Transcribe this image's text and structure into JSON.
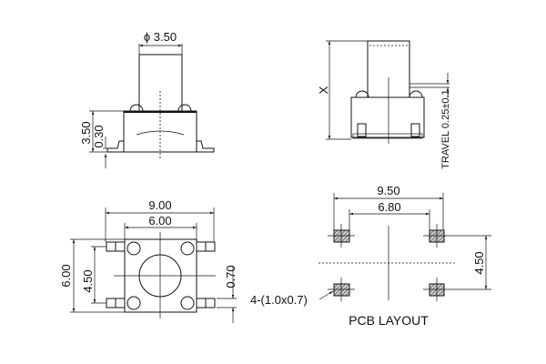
{
  "front_view": {
    "stem_diameter": "ϕ 3.50",
    "height": "3.50",
    "lead_offset": "0.30"
  },
  "side_view": {
    "height_label": "X",
    "travel": "TRAVEL 0.25±0.1"
  },
  "top_view": {
    "overall_width": "9.00",
    "body_width": "6.00",
    "body_height": "6.00",
    "pin_pitch": "4.50",
    "lead_width": "0.70"
  },
  "pcb_layout": {
    "outer_width": "9.50",
    "inner_width": "6.80",
    "pad_pitch": "4.50",
    "pad_note": "4-(1.0x0.7)",
    "title": "PCB LAYOUT"
  }
}
